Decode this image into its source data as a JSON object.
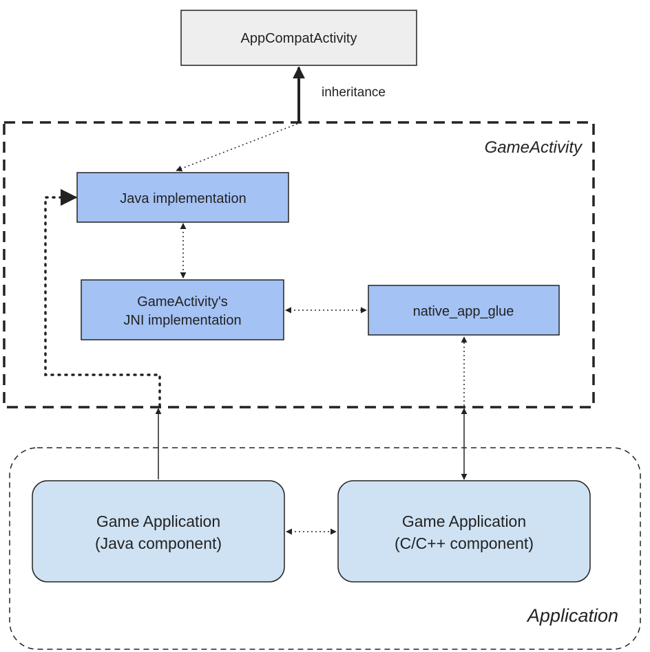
{
  "nodes": {
    "appcompat": {
      "label": "AppCompatActivity"
    },
    "java_impl": {
      "label": "Java implementation"
    },
    "jni_impl": {
      "label_line1": "GameActivity's",
      "label_line2": "JNI implementation"
    },
    "native_glue": {
      "label": "native_app_glue"
    },
    "game_java": {
      "label_line1": "Game Application",
      "label_line2": "(Java component)"
    },
    "game_cpp": {
      "label_line1": "Game Application",
      "label_line2": "(C/C++ component)"
    }
  },
  "groups": {
    "game_activity": {
      "label": "GameActivity"
    },
    "application": {
      "label": "Application"
    }
  },
  "edges": {
    "inheritance": {
      "label": "inheritance"
    }
  },
  "colors": {
    "base_box_fill": "#eeeeee",
    "component_fill": "#a4c2f4",
    "app_component_fill": "#cfe2f3",
    "stroke": "#222222"
  }
}
